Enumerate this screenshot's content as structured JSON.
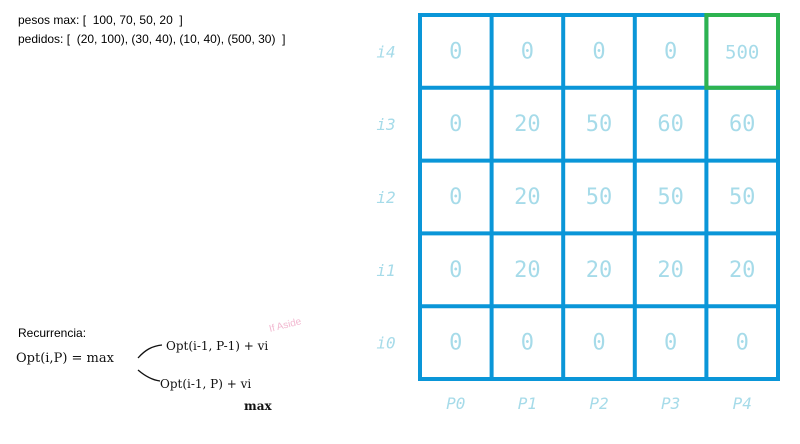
{
  "header": {
    "pesos_label": "pesos max: [  100, 70, 50, 20  ]",
    "pedidos_label": "pedidos: [  (20, 100), (30, 40), (10, 40), (500, 30)  ]"
  },
  "recurrence": {
    "label": "Recurrencia:",
    "lhs": "Opt(i,P) = max",
    "branch_top": "Opt(i-1, P-1) + vi",
    "branch_bottom": "Opt(i-1, P) + vi",
    "annotation": "If Aside",
    "max_label": "max"
  },
  "colors": {
    "grid": "#0a96d8",
    "highlight": "#2db350",
    "handwriting": "#a6dbe9",
    "annotation": "#f2b8d0"
  },
  "grid": {
    "row_labels": [
      "i4",
      "i3",
      "i2",
      "i1",
      "i0"
    ],
    "col_labels": [
      "P0",
      "P1",
      "P2",
      "P3",
      "P4"
    ],
    "highlighted_cell": {
      "row_label": "i4",
      "col_label": "P4"
    },
    "cells": [
      [
        "0",
        "0",
        "0",
        "0",
        "500"
      ],
      [
        "0",
        "20",
        "50",
        "60",
        "60"
      ],
      [
        "0",
        "20",
        "50",
        "50",
        "50"
      ],
      [
        "0",
        "20",
        "20",
        "20",
        "20"
      ],
      [
        "0",
        "0",
        "0",
        "0",
        "0"
      ]
    ]
  }
}
